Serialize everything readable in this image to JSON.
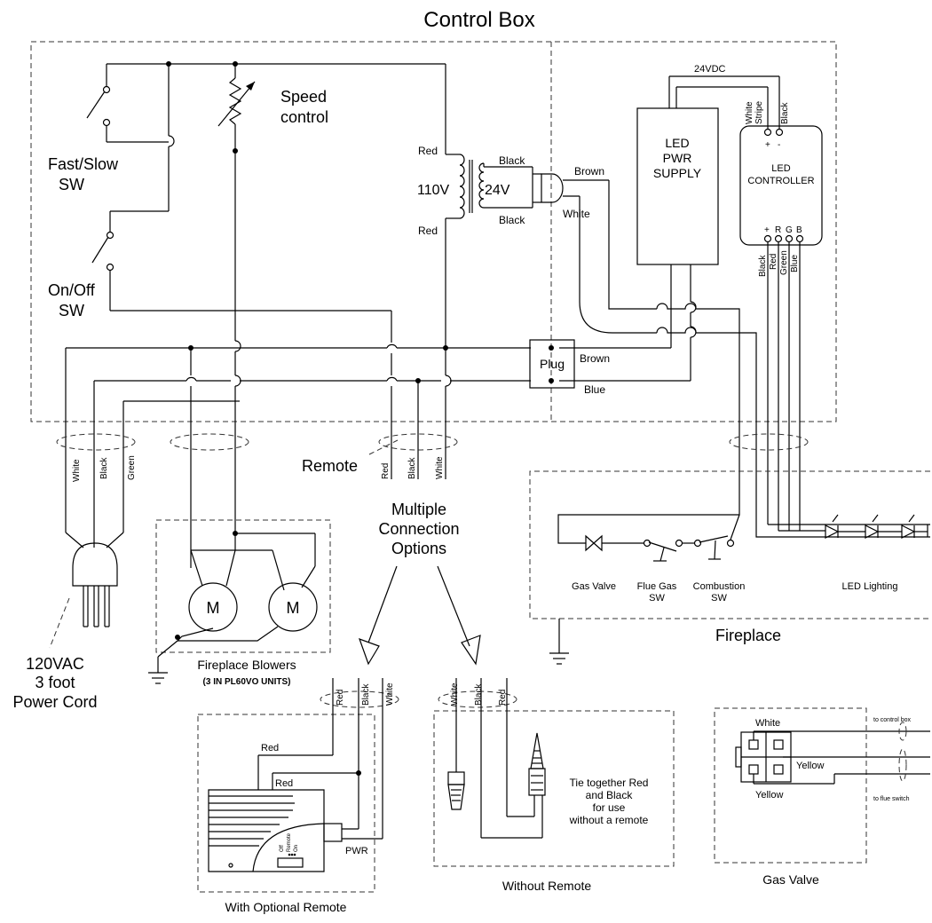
{
  "title": "Control Box",
  "labels": {
    "speed_control_1": "Speed",
    "speed_control_2": "control",
    "fast_slow_1": "Fast/Slow",
    "fast_slow_2": "SW",
    "on_off_1": "On/Off",
    "on_off_2": "SW",
    "v110": "110V",
    "v24": "24V",
    "red": "Red",
    "black": "Black",
    "brown": "Brown",
    "white": "White",
    "blue": "Blue",
    "green": "Green",
    "plug": "Plug",
    "led_pwr_1": "LED",
    "led_pwr_2": "PWR",
    "led_pwr_3": "SUPPLY",
    "led_ctrl_1": "LED",
    "led_ctrl_2": "CONTROLLER",
    "vdc24": "24VDC",
    "white_stripe_1": "White",
    "white_stripe_2": "Stripe",
    "plus": "+",
    "minus": "-",
    "r": "R",
    "g": "G",
    "b": "B",
    "remote": "Remote",
    "multiple_1": "Multiple",
    "multiple_2": "Connection",
    "multiple_3": "Options",
    "cord_1": "120VAC",
    "cord_2": "3 foot",
    "cord_3": "Power Cord",
    "motor": "M",
    "blowers": "Fireplace Blowers",
    "blowers_note": "(3 IN PL60VO UNITS)",
    "gas_valve": "Gas Valve",
    "flue_gas_1": "Flue Gas",
    "flue_gas_2": "SW",
    "combustion_1": "Combustion",
    "combustion_2": "SW",
    "led_lighting": "LED Lighting",
    "fireplace": "Fireplace",
    "pwr": "PWR",
    "remote_off": "Off",
    "remote_remote": "Remote",
    "remote_on": "On",
    "with_remote": "With Optional Remote",
    "without_remote": "Without Remote",
    "tie_1": "Tie together Red",
    "tie_2": "and Black",
    "tie_3": "for use",
    "tie_4": "without a remote",
    "yellow": "Yellow",
    "to_control_box": "to control box",
    "to_flue_switch": "to flue switch",
    "gas_valve_box": "Gas Valve"
  }
}
